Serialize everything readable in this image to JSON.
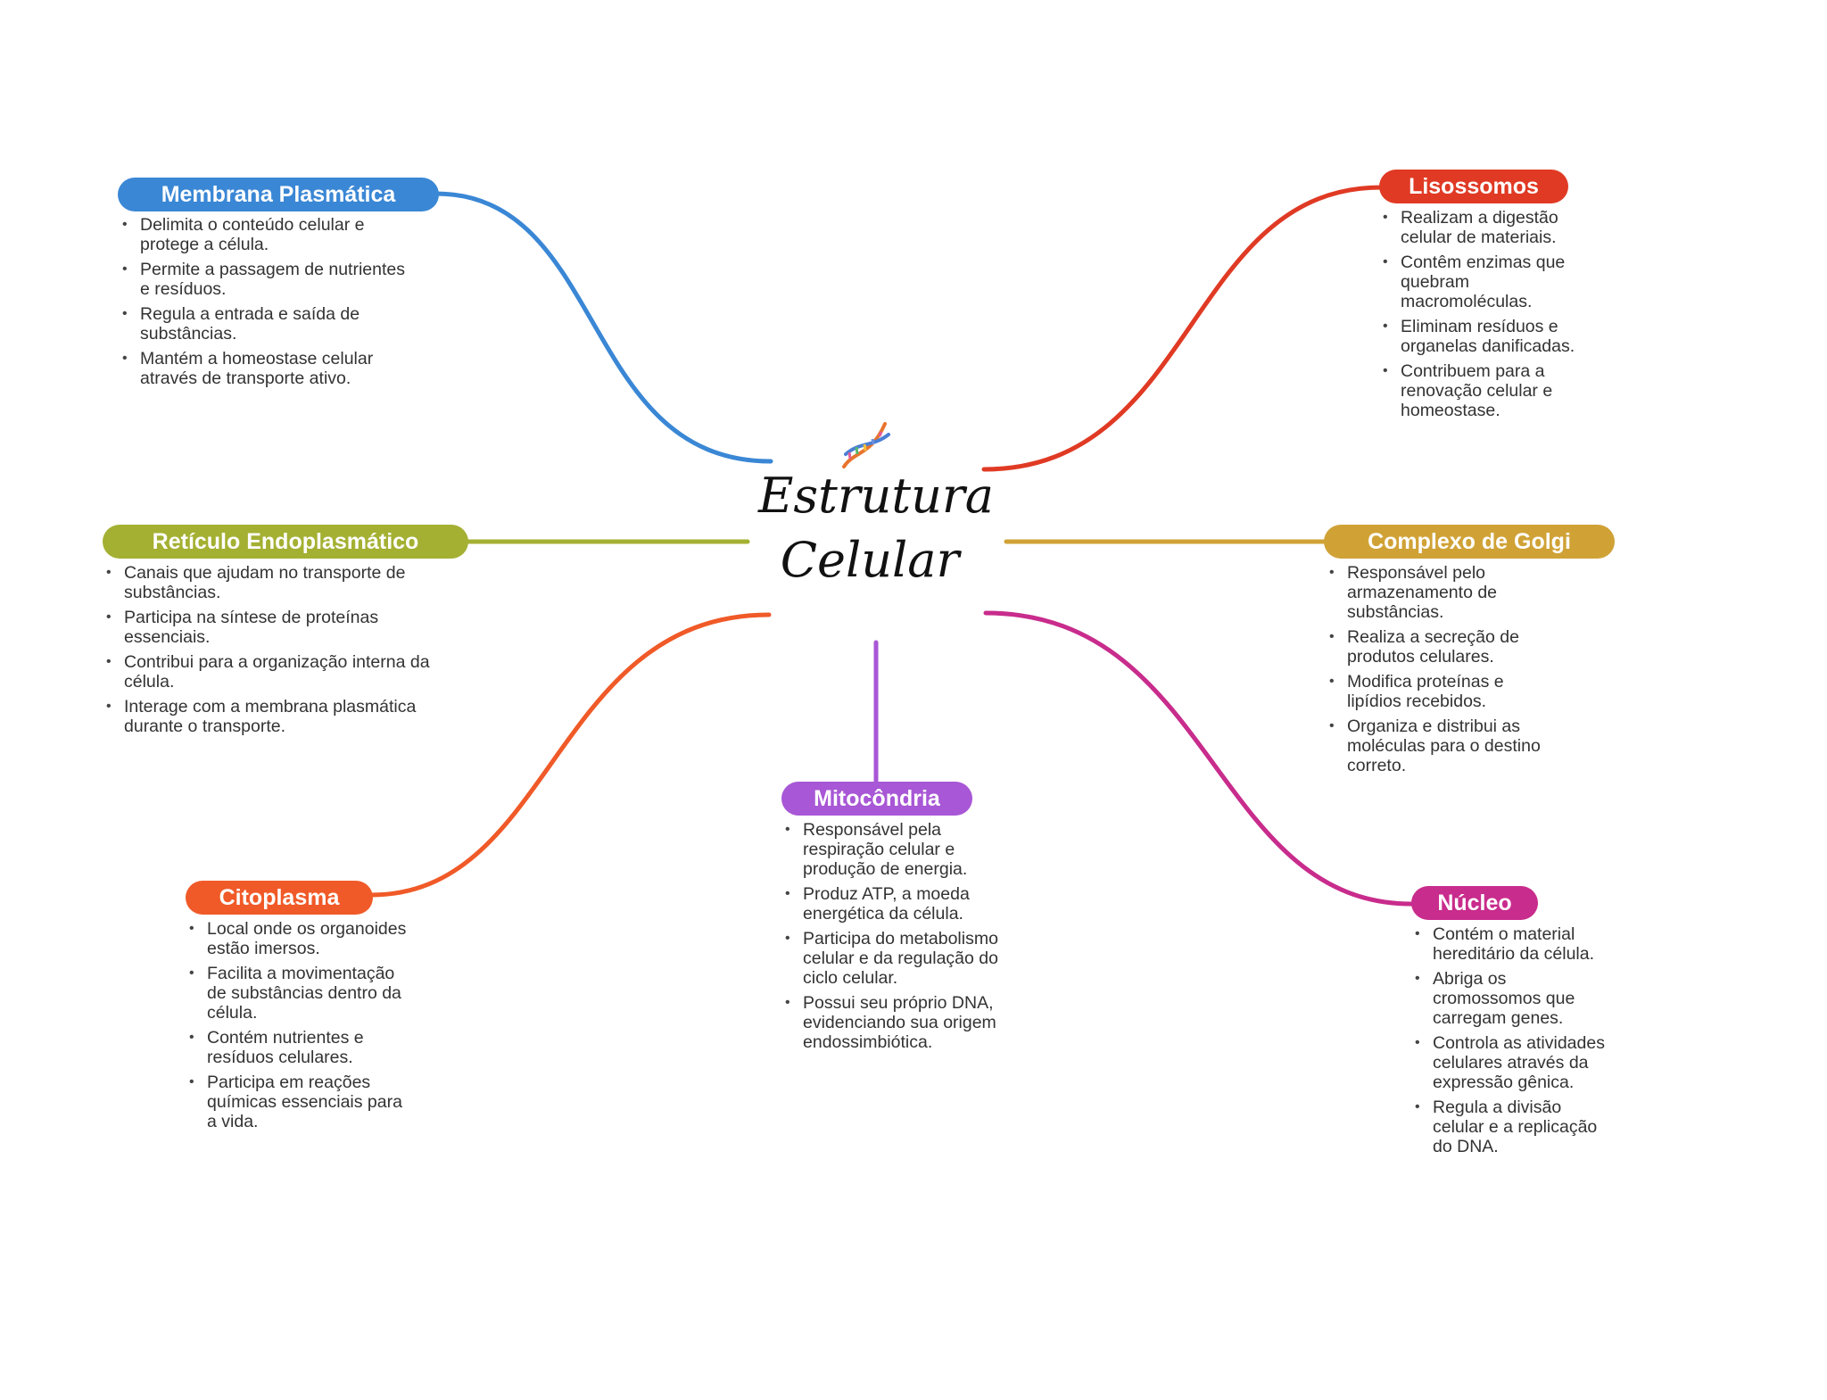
{
  "central": {
    "line1": "Estrutura",
    "line2": "Celular",
    "icon": "dna-icon"
  },
  "branches": {
    "membrana": {
      "title": "Membrana Plasmática",
      "color": "#3a87d5",
      "notes": [
        "Delimita o conteúdo celular e protege a célula.",
        "Permite a passagem de nutrientes e resíduos.",
        "Regula a entrada e saída de substâncias.",
        "Mantém a homeostase celular através de transporte ativo."
      ]
    },
    "reticulo": {
      "title": "Retículo Endoplasmático",
      "color": "#a4b032",
      "notes": [
        "Canais que ajudam no transporte de substâncias.",
        "Participa na síntese de proteínas essenciais.",
        "Contribui para a organização interna da célula.",
        "Interage com a membrana plasmática durante o transporte."
      ]
    },
    "citoplasma": {
      "title": "Citoplasma",
      "color": "#f05a28",
      "notes": [
        "Local onde os organoides estão imersos.",
        "Facilita a movimentação de substâncias dentro da célula.",
        "Contém nutrientes e resíduos celulares.",
        "Participa em reações químicas essenciais para a vida."
      ]
    },
    "mitocondria": {
      "title": "Mitocôndria",
      "color": "#a857d6",
      "notes": [
        "Responsável pela respiração celular e produção de energia.",
        "Produz ATP, a moeda energética da célula.",
        "Participa do metabolismo celular e da regulação do ciclo celular.",
        "Possui seu próprio DNA, evidenciando sua origem endossimbiótica."
      ]
    },
    "lisossomos": {
      "title": "Lisossomos",
      "color": "#e03a24",
      "notes": [
        "Realizam a digestão celular de materiais.",
        "Contêm enzimas que quebram macromoléculas.",
        "Eliminam resíduos e organelas danificadas.",
        "Contribuem para a renovação celular e homeostase."
      ]
    },
    "golgi": {
      "title": "Complexo de Golgi",
      "color": "#d0a236",
      "notes": [
        "Responsável pelo armazenamento de substâncias.",
        "Realiza a secreção de produtos celulares.",
        "Modifica proteínas e lipídios recebidos.",
        "Organiza e distribui as moléculas para o destino correto."
      ]
    },
    "nucleo": {
      "title": "Núcleo",
      "color": "#c82c8c",
      "notes": [
        "Contém o material hereditário da célula.",
        "Abriga os cromossomos que carregam genes.",
        "Controla as atividades celulares através da expressão gênica.",
        "Regula a divisão celular e a replicação do DNA."
      ]
    }
  }
}
